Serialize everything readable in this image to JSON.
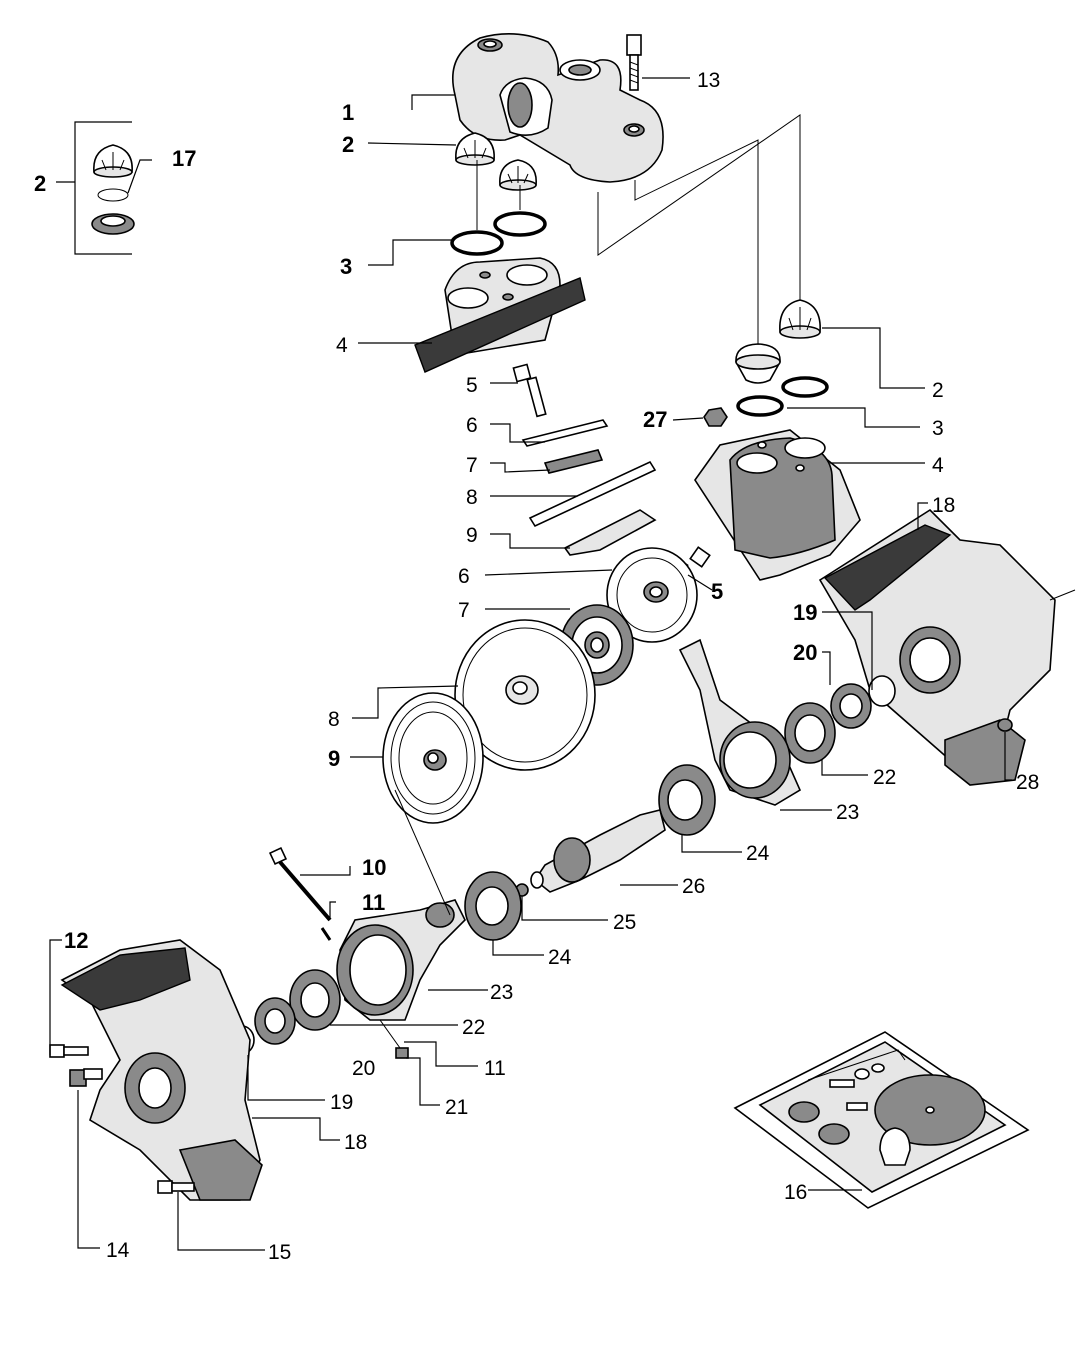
{
  "callouts": [
    {
      "id": "c1",
      "text": "1",
      "bold": true
    },
    {
      "id": "c2a",
      "text": "2",
      "bold": true
    },
    {
      "id": "c2b",
      "text": "2",
      "bold": true
    },
    {
      "id": "c17",
      "text": "17",
      "bold": true
    },
    {
      "id": "c3a",
      "text": "3",
      "bold": true
    },
    {
      "id": "c4a",
      "text": "4",
      "bold": false
    },
    {
      "id": "c13",
      "text": "13",
      "bold": false
    },
    {
      "id": "c5a",
      "text": "5",
      "bold": false
    },
    {
      "id": "c6a",
      "text": "6",
      "bold": false
    },
    {
      "id": "c7a",
      "text": "7",
      "bold": false
    },
    {
      "id": "c8a",
      "text": "8",
      "bold": false
    },
    {
      "id": "c9a",
      "text": "9",
      "bold": false
    },
    {
      "id": "c6b",
      "text": "6",
      "bold": false
    },
    {
      "id": "c5b",
      "text": "5",
      "bold": true
    },
    {
      "id": "c7b",
      "text": "7",
      "bold": false
    },
    {
      "id": "c8b",
      "text": "8",
      "bold": false
    },
    {
      "id": "c9b",
      "text": "9",
      "bold": true
    },
    {
      "id": "c2c",
      "text": "2",
      "bold": false
    },
    {
      "id": "c27",
      "text": "27",
      "bold": true
    },
    {
      "id": "c3b",
      "text": "3",
      "bold": false
    },
    {
      "id": "c4b",
      "text": "4",
      "bold": false
    },
    {
      "id": "c18a",
      "text": "18",
      "bold": false
    },
    {
      "id": "c19a",
      "text": "19",
      "bold": true
    },
    {
      "id": "c20a",
      "text": "20",
      "bold": true
    },
    {
      "id": "c22a",
      "text": "22",
      "bold": false
    },
    {
      "id": "c28",
      "text": "28",
      "bold": false
    },
    {
      "id": "c23a",
      "text": "23",
      "bold": false
    },
    {
      "id": "c24a",
      "text": "24",
      "bold": false
    },
    {
      "id": "c26",
      "text": "26",
      "bold": false
    },
    {
      "id": "c10",
      "text": "10",
      "bold": true
    },
    {
      "id": "c11a",
      "text": "11",
      "bold": true
    },
    {
      "id": "c25",
      "text": "25",
      "bold": false
    },
    {
      "id": "c24b",
      "text": "24",
      "bold": false
    },
    {
      "id": "c12",
      "text": "12",
      "bold": true
    },
    {
      "id": "c23b",
      "text": "23",
      "bold": false
    },
    {
      "id": "c22b",
      "text": "22",
      "bold": false
    },
    {
      "id": "c20b",
      "text": "20",
      "bold": false
    },
    {
      "id": "c11b",
      "text": "11",
      "bold": false
    },
    {
      "id": "c21",
      "text": "21",
      "bold": false
    },
    {
      "id": "c19b",
      "text": "19",
      "bold": false
    },
    {
      "id": "c18b",
      "text": "18",
      "bold": false
    },
    {
      "id": "c14",
      "text": "14",
      "bold": false
    },
    {
      "id": "c15",
      "text": "15",
      "bold": false
    },
    {
      "id": "c16",
      "text": "16",
      "bold": false
    }
  ]
}
